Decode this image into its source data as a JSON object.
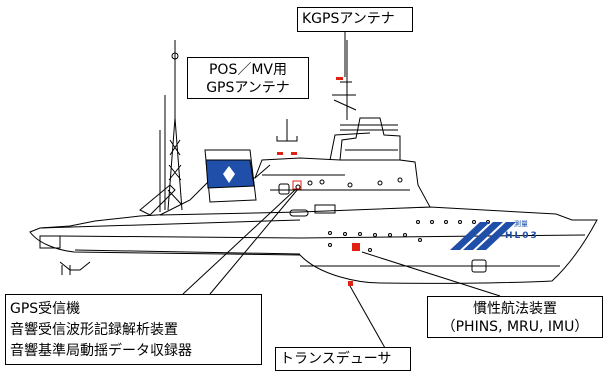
{
  "labels": {
    "kgps_antenna": "KGPSアンテナ",
    "pos_mv_antenna": {
      "line1": "POS／MV用",
      "line2": "GPSアンテナ"
    },
    "gps_group": {
      "line1": "GPS受信機",
      "line2": "音響受信波形記録解析装置",
      "line3": "音響基準局動揺データ収録器"
    },
    "transducer": "トランスデューサ",
    "ins": {
      "line1": "慣性航法装置",
      "line2": "（PHINS, MRU, IMU）"
    }
  },
  "ship_markings": {
    "name": "測量",
    "hull_number": "HL03"
  },
  "colors": {
    "stripe_blue": "#1f4fa8",
    "funnel_blue": "#1f4fa8",
    "marker_red": "#e02010",
    "outline": "#000000"
  }
}
